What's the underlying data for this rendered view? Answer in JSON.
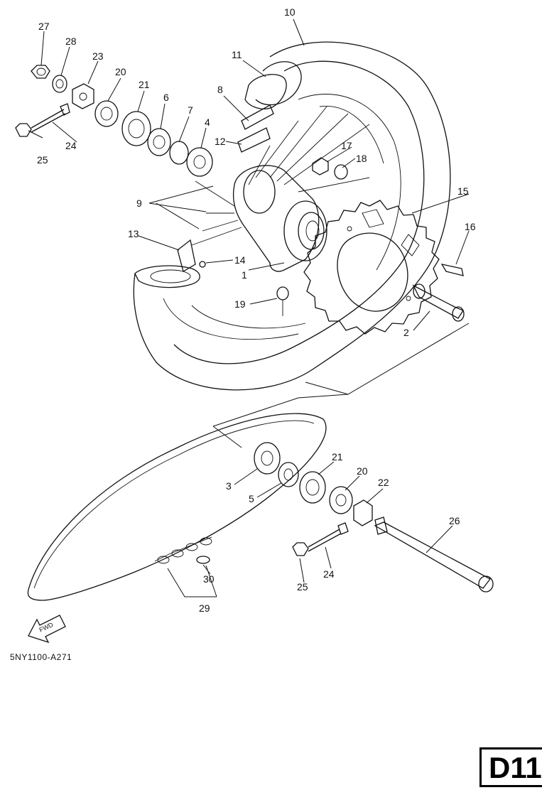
{
  "figure_code": "5NY1100-A271",
  "page_tab": "D11",
  "fwd_label": "FWD",
  "callouts": [
    {
      "id": "c1",
      "label": "1"
    },
    {
      "id": "c2",
      "label": "2"
    },
    {
      "id": "c3",
      "label": "3"
    },
    {
      "id": "c4",
      "label": "4"
    },
    {
      "id": "c5",
      "label": "5"
    },
    {
      "id": "c6",
      "label": "6"
    },
    {
      "id": "c7",
      "label": "7"
    },
    {
      "id": "c8",
      "label": "8"
    },
    {
      "id": "c9",
      "label": "9"
    },
    {
      "id": "c10",
      "label": "10"
    },
    {
      "id": "c11",
      "label": "11"
    },
    {
      "id": "c12",
      "label": "12"
    },
    {
      "id": "c13",
      "label": "13"
    },
    {
      "id": "c14",
      "label": "14"
    },
    {
      "id": "c15",
      "label": "15"
    },
    {
      "id": "c16",
      "label": "16"
    },
    {
      "id": "c17",
      "label": "17"
    },
    {
      "id": "c18",
      "label": "18"
    },
    {
      "id": "c19",
      "label": "19"
    },
    {
      "id": "c20a",
      "label": "20"
    },
    {
      "id": "c20b",
      "label": "20"
    },
    {
      "id": "c21a",
      "label": "21"
    },
    {
      "id": "c21b",
      "label": "21"
    },
    {
      "id": "c22",
      "label": "22"
    },
    {
      "id": "c23",
      "label": "23"
    },
    {
      "id": "c24a",
      "label": "24"
    },
    {
      "id": "c24b",
      "label": "24"
    },
    {
      "id": "c25a",
      "label": "25"
    },
    {
      "id": "c25b",
      "label": "25"
    },
    {
      "id": "c26",
      "label": "26"
    },
    {
      "id": "c27",
      "label": "27"
    },
    {
      "id": "c28",
      "label": "28"
    },
    {
      "id": "c29",
      "label": "29"
    },
    {
      "id": "c30",
      "label": "30"
    }
  ]
}
